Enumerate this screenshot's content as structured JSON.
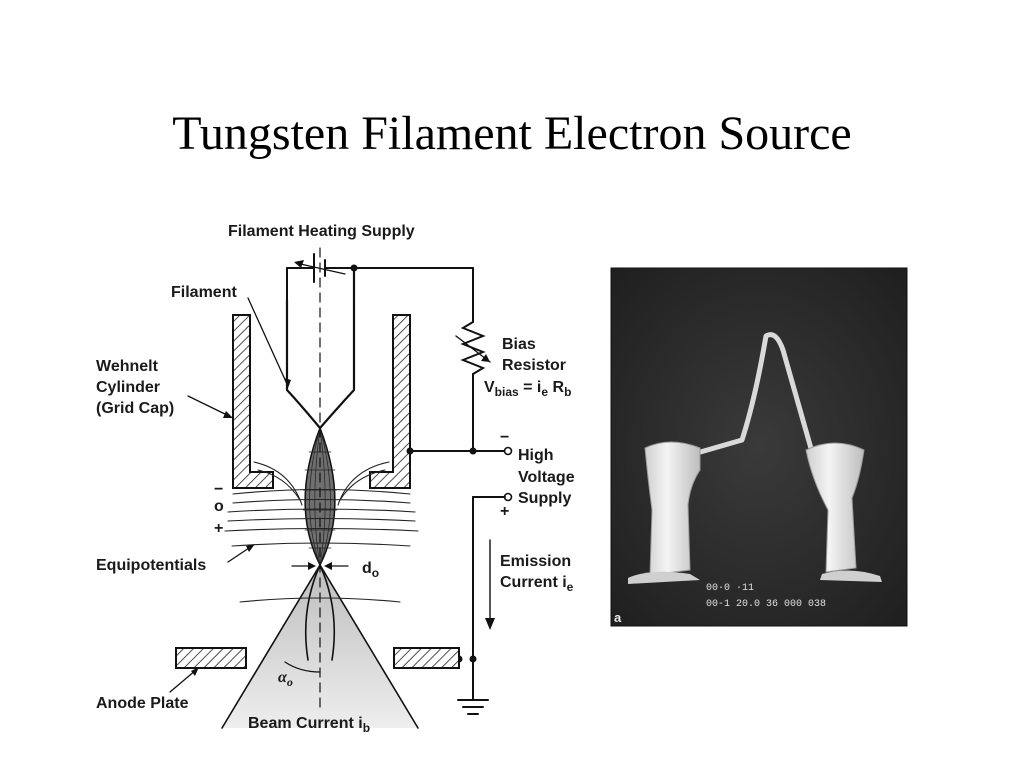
{
  "slide": {
    "title": "Tungsten Filament Electron Source"
  },
  "diagram": {
    "labels": {
      "filament_heating_supply": "Filament Heating Supply",
      "filament": "Filament",
      "wehnelt_line1": "Wehnelt",
      "wehnelt_line2": "Cylinder",
      "wehnelt_line3": "(Grid Cap)",
      "bias_line1": "Bias",
      "bias_line2": "Resistor",
      "vbias_v": "V",
      "vbias_sub": "bias",
      "vbias_eq": " = i",
      "vbias_e": "e",
      "vbias_r": " R",
      "vbias_rsub": "b",
      "hv_line1": "High",
      "hv_line2": "Voltage",
      "hv_line3": "Supply",
      "minus_hv": "−",
      "plus_hv": "+",
      "minus_left": "−",
      "o_left": "o",
      "plus_left": "+",
      "equipotentials": "Equipotentials",
      "d0_d": "d",
      "d0_sub": "o",
      "emission_line1": "Emission",
      "emission_line2": "Current i",
      "emission_sub": "e",
      "alpha_a": "α",
      "alpha_sub": "o",
      "anode_plate": "Anode Plate",
      "beam_current": "Beam Current i",
      "beam_sub": "b"
    }
  },
  "photo": {
    "corner_label": "a",
    "scale_line1": "00·0 ·11",
    "scale_line2": "00-1 20.0 36 000 038"
  }
}
